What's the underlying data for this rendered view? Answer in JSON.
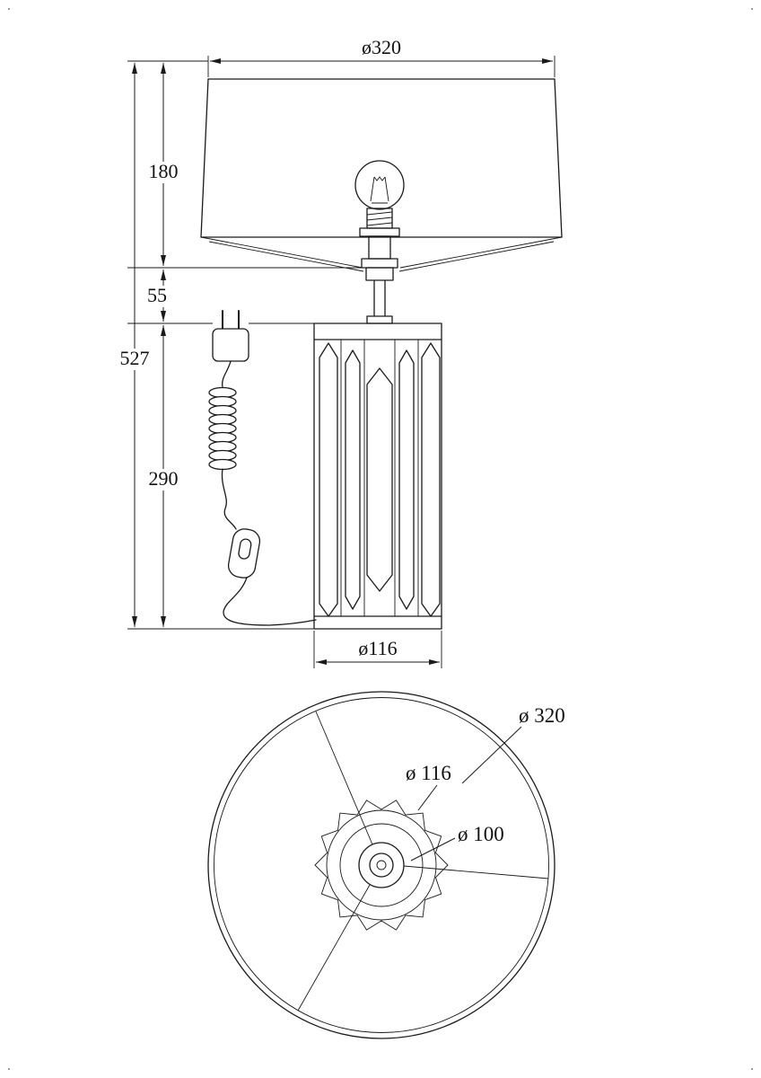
{
  "drawing": {
    "front": {
      "shade_diameter": "ø320",
      "shade_height": "180",
      "neck_height": "55",
      "total_height": "527",
      "body_height": "290",
      "body_diameter": "ø116"
    },
    "top": {
      "shade_diameter": "ø 320",
      "body_diameter": "ø 116",
      "ring_diameter": "ø 100"
    }
  },
  "colors": {
    "line": "#1a1a1a",
    "background": "#ffffff"
  }
}
